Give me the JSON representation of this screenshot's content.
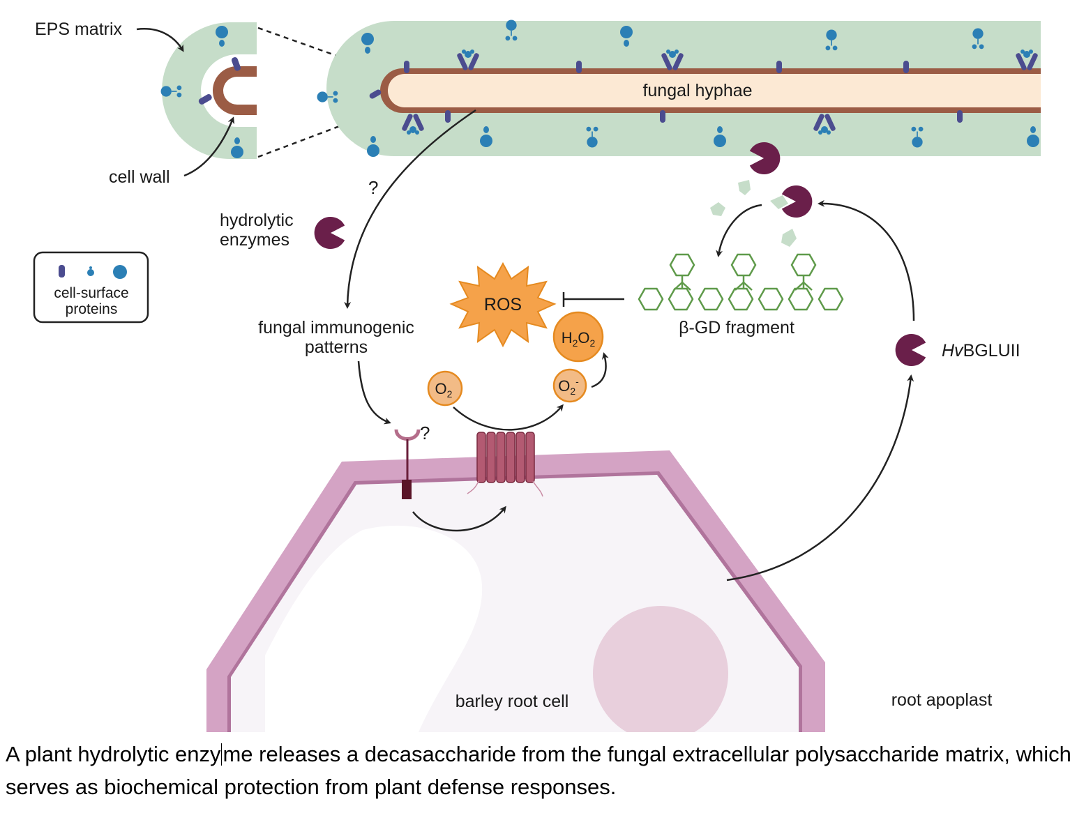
{
  "labels": {
    "eps_matrix": "EPS matrix",
    "cell_wall": "cell wall",
    "fungal_hyphae": "fungal hyphae",
    "hydrolytic_enzymes_line1": "hydrolytic",
    "hydrolytic_enzymes_line2": "enzymes",
    "legend_line1": "cell-surface",
    "legend_line2": "proteins",
    "question_mark_1": "?",
    "question_mark_2": "?",
    "fungal_patterns_line1": "fungal immunogenic",
    "fungal_patterns_line2": "patterns",
    "ros": "ROS",
    "h2o2_main": "H",
    "h2o2_sub1": "2",
    "h2o2_o": "O",
    "h2o2_sub2": "2",
    "o2_main": "O",
    "o2_sub": "2",
    "superoxide_main": "O",
    "superoxide_sub": "2",
    "superoxide_sup": "-",
    "bgd_fragment": "β-GD fragment",
    "enzyme_name_italic": "Hv",
    "enzyme_name_rest": "BGLUII",
    "barley_root_cell": "barley root cell",
    "root_apoplast": "root apoplast"
  },
  "caption": {
    "part1": "A plant hydrolytic enzy",
    "part2": "me releases a decasaccharide from the fungal extracellular polysaccharide matrix, which serves as biochemical protection from plant defense responses."
  },
  "colors": {
    "eps_green": "#c6ddc9",
    "hyphae_fill": "#fce9d4",
    "cell_wall_brown": "#9b5c45",
    "protein_blue": "#2b7fb5",
    "protein_purple": "#4b4c8f",
    "enzyme_maroon": "#6a1f4a",
    "ros_orange": "#f5a24a",
    "glucan_green": "#5f9a4a",
    "plant_wall_pink": "#d4a3c4",
    "nucleus_pink": "#e8cfdc"
  }
}
